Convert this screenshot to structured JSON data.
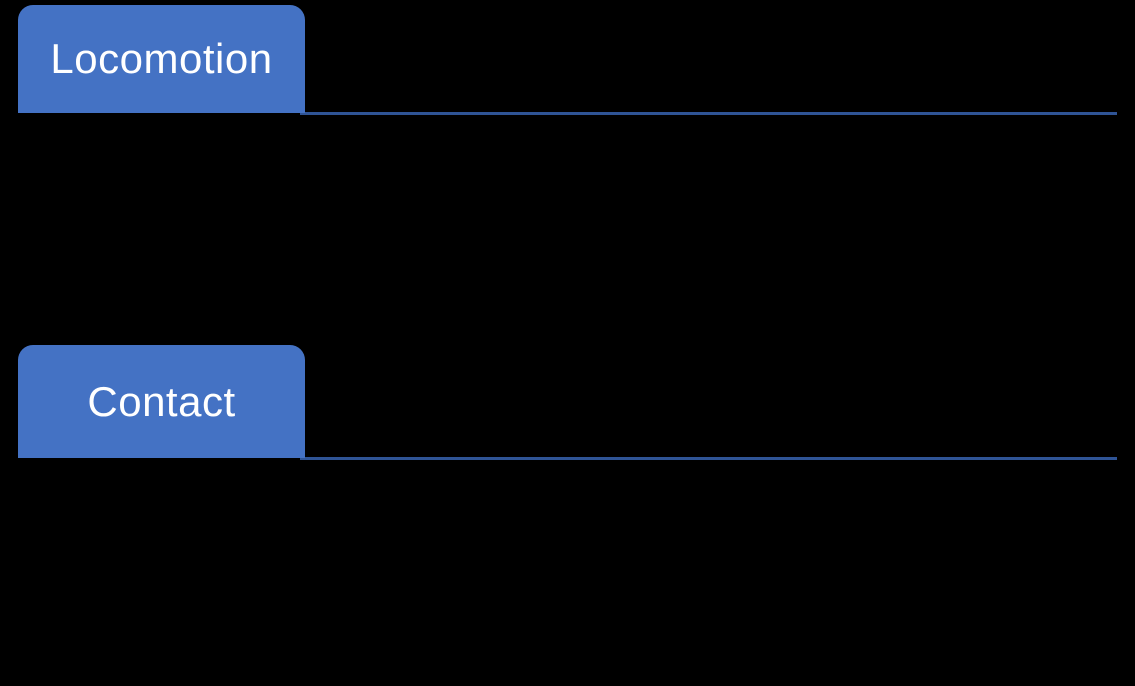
{
  "slide": {
    "background": "#000000"
  },
  "colors": {
    "tab_fill": "#4472C4",
    "tab_text": "#FFFFFF",
    "divider": "#2F5496"
  },
  "sections": [
    {
      "id": "locomotion",
      "label": "Locomotion"
    },
    {
      "id": "contact",
      "label": "Contact"
    }
  ]
}
